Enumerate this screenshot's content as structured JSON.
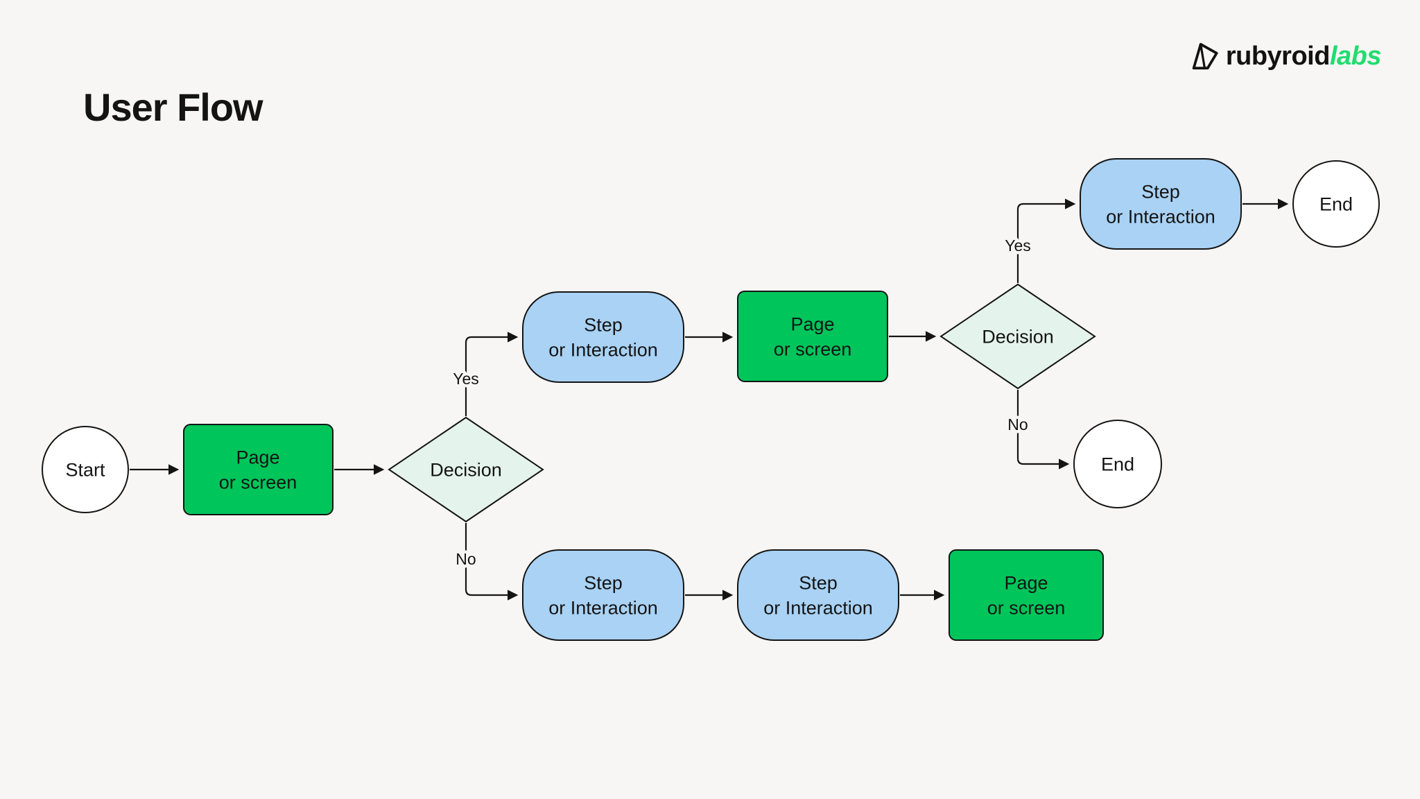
{
  "page": {
    "title": "User Flow",
    "background_color": "#F7F6F4"
  },
  "logo": {
    "brand": "rubyroid",
    "suffix": "labs",
    "brand_color": "#121212",
    "suffix_color": "#22DC6E"
  },
  "colors": {
    "page_node": "#00C55B",
    "step_node": "#A9D2F4",
    "decision_node": "#E4F3EB",
    "terminator_node": "#FFFFFF",
    "stroke": "#141414"
  },
  "diagram": {
    "nodes": {
      "start": {
        "label": "Start"
      },
      "page1": {
        "line1": "Page",
        "line2": "or screen"
      },
      "decision1": {
        "label": "Decision"
      },
      "step_top": {
        "line1": "Step",
        "line2": "or Interaction"
      },
      "page2": {
        "line1": "Page",
        "line2": "or screen"
      },
      "decision2": {
        "label": "Decision"
      },
      "step_top_right": {
        "line1": "Step",
        "line2": "or Interaction"
      },
      "end_top": {
        "label": "End"
      },
      "end_mid": {
        "label": "End"
      },
      "step_bottom1": {
        "line1": "Step",
        "line2": "or Interaction"
      },
      "step_bottom2": {
        "line1": "Step",
        "line2": "or Interaction"
      },
      "page3": {
        "line1": "Page",
        "line2": "or screen"
      }
    },
    "edge_labels": {
      "decision1_yes": "Yes",
      "decision1_no": "No",
      "decision2_yes": "Yes",
      "decision2_no": "No"
    }
  }
}
